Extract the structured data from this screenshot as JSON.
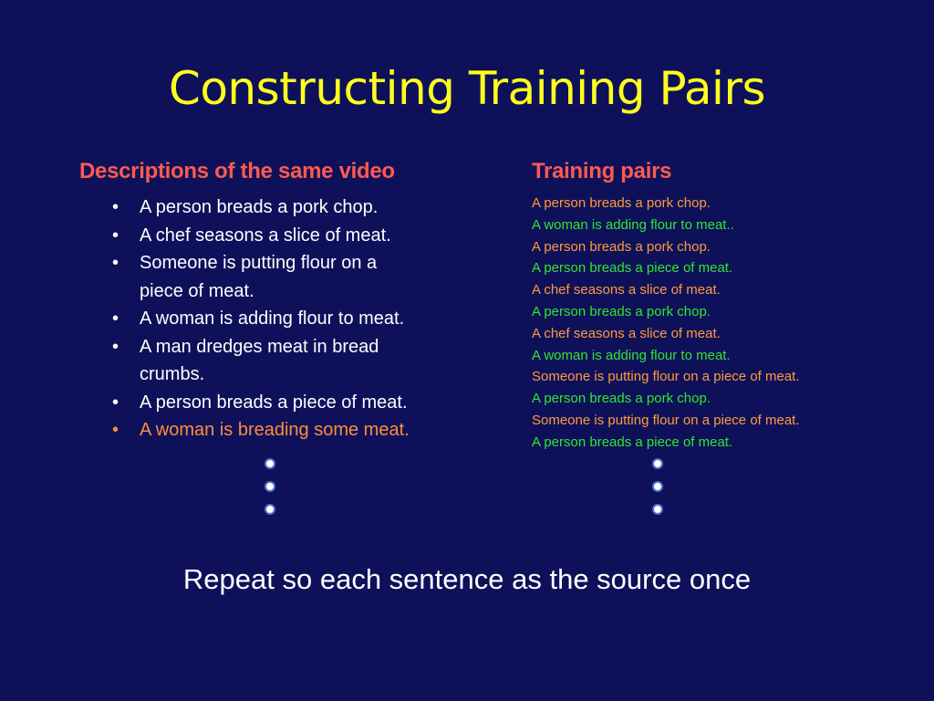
{
  "slide": {
    "title": "Constructing Training Pairs",
    "left_column": {
      "heading": "Descriptions of the same video",
      "bullet_glyph": "•",
      "items": [
        {
          "text": "A person breads a pork chop.",
          "highlight": false
        },
        {
          "text": "A chef seasons a slice of meat.",
          "highlight": false
        },
        {
          "text": "Someone is putting flour on a\npiece of meat.",
          "highlight": false
        },
        {
          "text": "A woman is adding flour to meat.",
          "highlight": false
        },
        {
          "text": "A man dredges meat in bread\ncrumbs.",
          "highlight": false
        },
        {
          "text": "A person breads a piece of meat.",
          "highlight": false
        },
        {
          "text": "A woman is breading some meat.",
          "highlight": true
        }
      ]
    },
    "right_column": {
      "heading": "Training pairs",
      "lines": [
        {
          "text": "A person breads a pork chop.",
          "role": "source"
        },
        {
          "text": "A woman is adding flour to meat..",
          "role": "target"
        },
        {
          "text": "A person breads a pork chop.",
          "role": "source"
        },
        {
          "text": "A person breads a piece of meat.",
          "role": "target"
        },
        {
          "text": "A chef seasons a slice of meat.",
          "role": "source"
        },
        {
          "text": "A person breads a pork chop.",
          "role": "target"
        },
        {
          "text": "A chef seasons a slice of meat.",
          "role": "source"
        },
        {
          "text": "A woman is adding flour to meat.",
          "role": "target"
        },
        {
          "text": "Someone is putting flour on a piece of meat.",
          "role": "source"
        },
        {
          "text": "A person breads a pork chop.",
          "role": "target"
        },
        {
          "text": "Someone is putting flour on a piece of meat.",
          "role": "source"
        },
        {
          "text": "A person breads a piece of meat.",
          "role": "target"
        }
      ]
    },
    "footer": "Repeat so each sentence as the source once",
    "colors": {
      "background": "#0e115a",
      "title": "#ffff1e",
      "heading": "#ff5a50",
      "body_text": "#ffffff",
      "source_line": "#ff9a3c",
      "target_line": "#2fe62f",
      "highlight_item": "#ff8c3c"
    }
  }
}
